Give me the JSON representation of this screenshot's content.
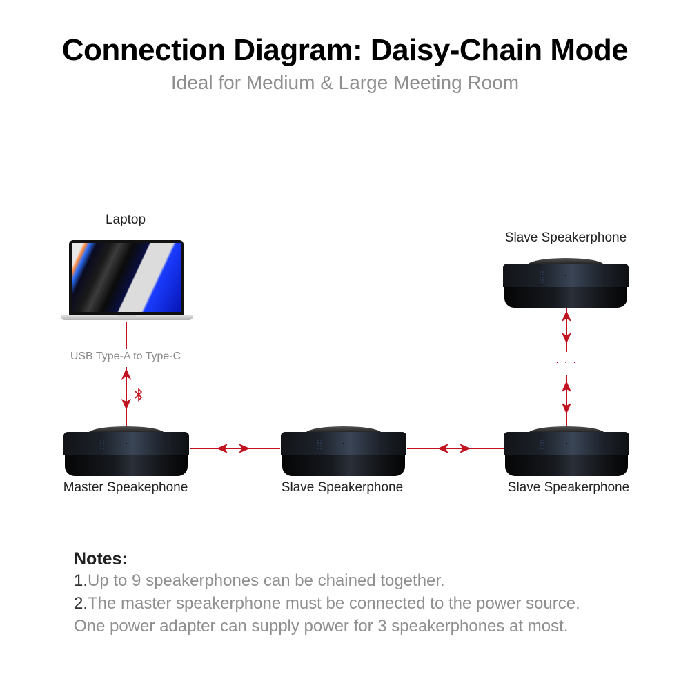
{
  "header": {
    "title": "Connection Diagram: Daisy-Chain Mode",
    "subtitle": "Ideal for Medium & Large Meeting Room"
  },
  "diagram": {
    "laptop": {
      "label": "Laptop",
      "icon": "laptop-icon"
    },
    "cable_label": "USB Type-A to Type-C",
    "wireless_icon": "bluetooth-icon",
    "ellipsis": "· · ·",
    "devices": [
      {
        "role": "master",
        "label": "Master Speakephone"
      },
      {
        "role": "slave",
        "label": "Slave Speakerphone"
      },
      {
        "role": "slave",
        "label": "Slave Speakerphone"
      },
      {
        "role": "slave",
        "label": "Slave Speakerphone"
      }
    ],
    "colors": {
      "connector": "#c1121f",
      "title": "#000000",
      "subtitle": "#8f8f8f",
      "device_dark": "#121418"
    }
  },
  "notes": {
    "title": "Notes:",
    "items": [
      {
        "num": "1.",
        "text": "Up to 9 speakerphones can be chained together."
      },
      {
        "num": "2.",
        "text": "The master speakerphone must be connected to the power source."
      },
      {
        "num": "",
        "text": "One power adapter can supply power for 3 speakerphones at most."
      }
    ]
  }
}
